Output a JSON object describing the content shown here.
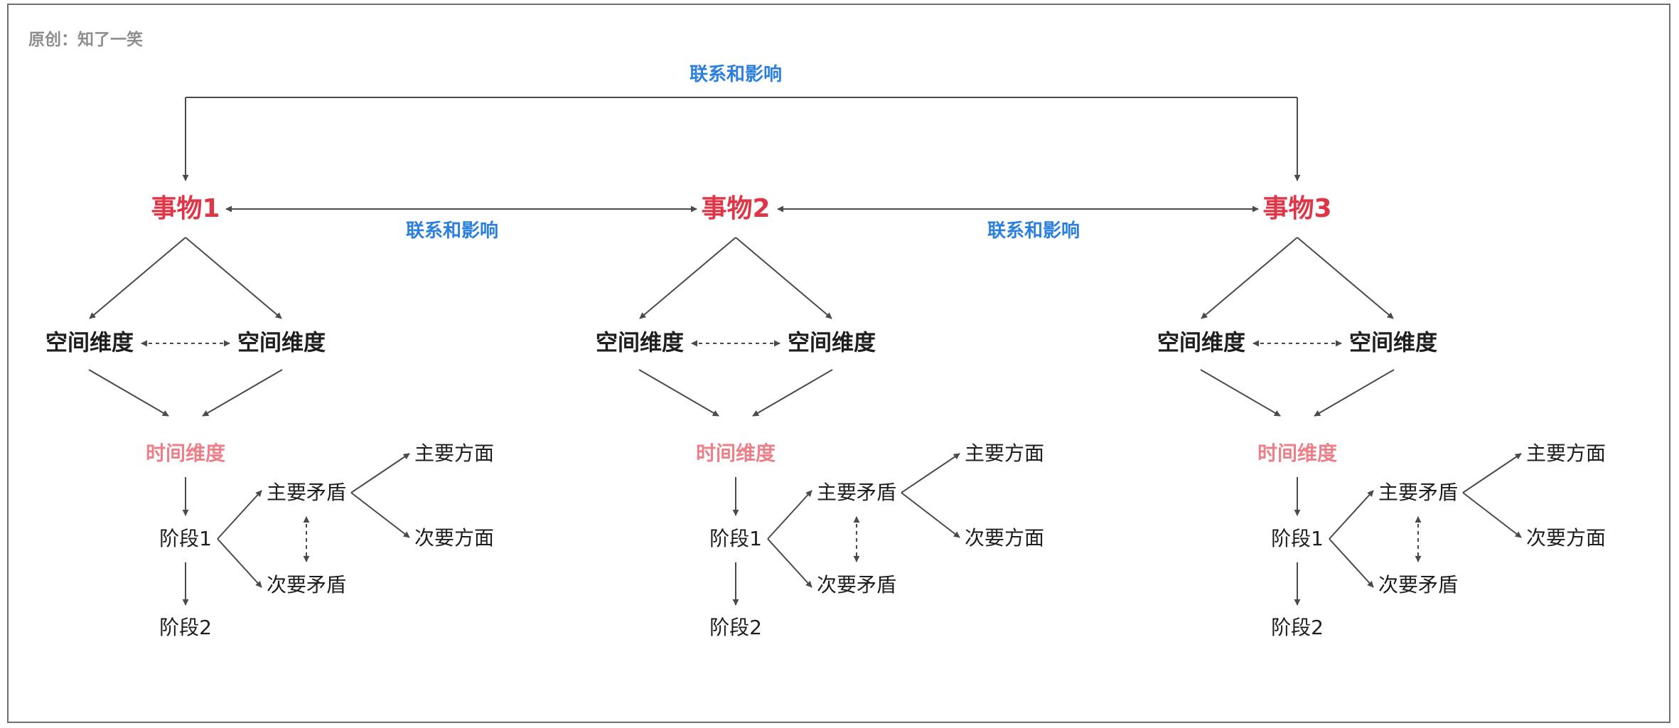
{
  "credit": "原创：知了一笑",
  "top_relation_label": "联系和影响",
  "middle_relation_labels": [
    "联系和影响",
    "联系和影响"
  ],
  "groups": [
    {
      "thing": "事物1",
      "space_left": "空间维度",
      "space_right": "空间维度",
      "time": "时间维度",
      "stage1": "阶段1",
      "stage2": "阶段2",
      "main_contradiction": "主要矛盾",
      "secondary_contradiction": "次要矛盾",
      "main_aspect": "主要方面",
      "secondary_aspect": "次要方面"
    },
    {
      "thing": "事物2",
      "space_left": "空间维度",
      "space_right": "空间维度",
      "time": "时间维度",
      "stage1": "阶段1",
      "stage2": "阶段2",
      "main_contradiction": "主要矛盾",
      "secondary_contradiction": "次要矛盾",
      "main_aspect": "主要方面",
      "secondary_aspect": "次要方面"
    },
    {
      "thing": "事物3",
      "space_left": "空间维度",
      "space_right": "空间维度",
      "time": "时间维度",
      "stage1": "阶段1",
      "stage2": "阶段2",
      "main_contradiction": "主要矛盾",
      "secondary_contradiction": "次要矛盾",
      "main_aspect": "主要方面",
      "secondary_aspect": "次要方面"
    }
  ],
  "colors": {
    "thing": "#e03546",
    "time": "#ec7f87",
    "relation": "#2a7fe0",
    "text": "#1e1e1e",
    "line": "#4a4a4a",
    "credit": "#8e8e8e"
  }
}
